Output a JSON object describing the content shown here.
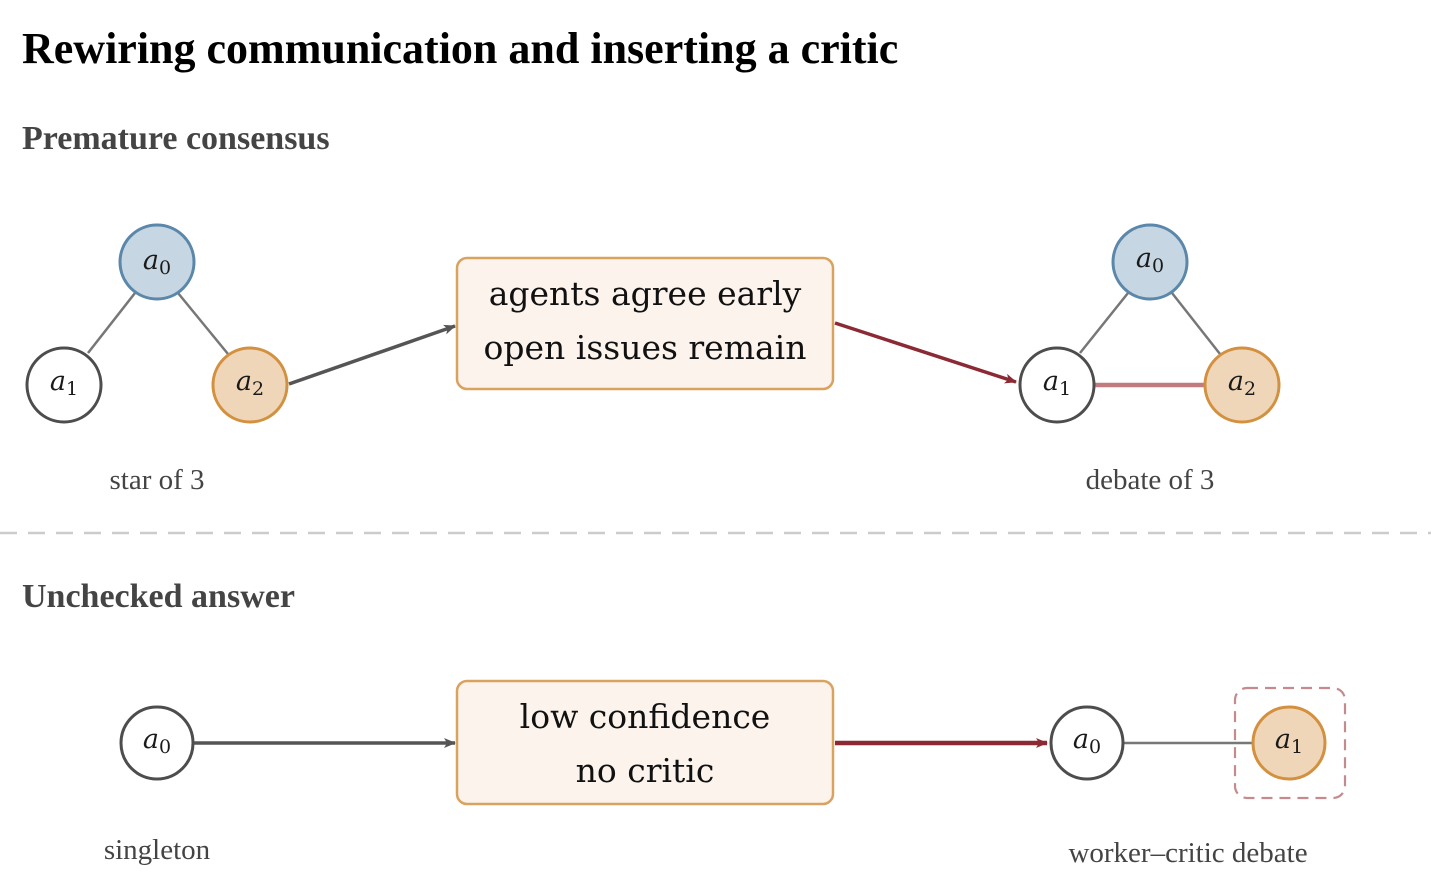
{
  "title": "Rewiring communication and inserting a critic",
  "colors": {
    "blue_fill": "#c6d6e2",
    "blue_stroke": "#5a87aa",
    "orange_fill": "#efd6b8",
    "orange_stroke": "#d3903f",
    "white_fill": "#ffffff",
    "gray_stroke": "#4d4d4d",
    "edge_gray": "#777777",
    "edge_red": "#c27c80",
    "arrow_gray": "#555555",
    "arrow_red": "#8b2a34",
    "box_fill": "#fbf3ec",
    "box_stroke": "#d9a35f",
    "critic_dash": "#c48a8e",
    "divider": "#cccccc"
  },
  "sections": {
    "premature": {
      "heading": "Premature consensus",
      "left_caption": "star of 3",
      "right_caption": "debate of 3",
      "box_lines": [
        "agents agree early",
        "open issues remain"
      ],
      "left_nodes": [
        {
          "base": "a",
          "sub": "0",
          "style": "blue"
        },
        {
          "base": "a",
          "sub": "1",
          "style": "white"
        },
        {
          "base": "a",
          "sub": "2",
          "style": "orange"
        }
      ],
      "right_nodes": [
        {
          "base": "a",
          "sub": "0",
          "style": "blue"
        },
        {
          "base": "a",
          "sub": "1",
          "style": "white"
        },
        {
          "base": "a",
          "sub": "2",
          "style": "orange"
        }
      ]
    },
    "unchecked": {
      "heading": "Unchecked answer",
      "left_caption": "singleton",
      "right_caption": "worker–critic debate",
      "box_lines": [
        "low confidence",
        "no critic"
      ],
      "left_nodes": [
        {
          "base": "a",
          "sub": "0",
          "style": "white"
        }
      ],
      "right_nodes": [
        {
          "base": "a",
          "sub": "0",
          "style": "white"
        },
        {
          "base": "a",
          "sub": "1",
          "style": "orange"
        }
      ]
    }
  }
}
